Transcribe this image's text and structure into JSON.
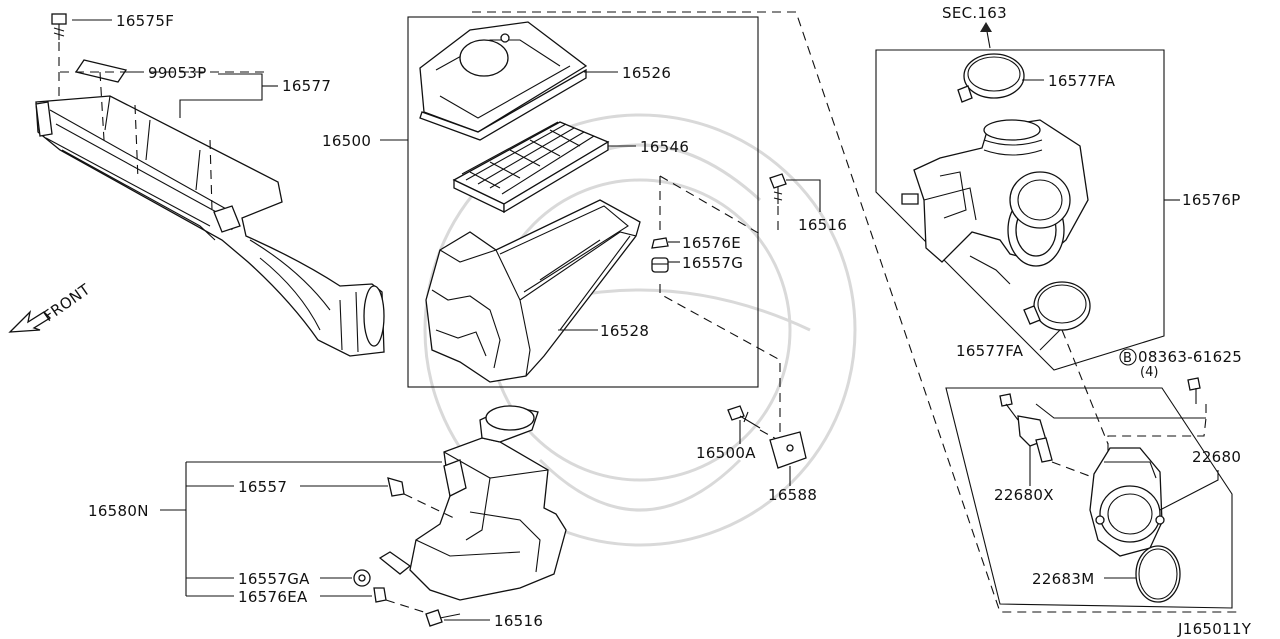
{
  "diagram_code": "J165011Y",
  "front_label": "FRONT",
  "labels": {
    "p16575F": "16575F",
    "p99053P": "99053P",
    "p16577": "16577",
    "p16500": "16500",
    "p16526": "16526",
    "p16546": "16546",
    "p16516_top": "16516",
    "p16576E": "16576E",
    "p16557G": "16557G",
    "p16528": "16528",
    "p16500A": "16500A",
    "p16588": "16588",
    "p16557": "16557",
    "p16580N": "16580N",
    "p16557GA": "16557GA",
    "p16576EA": "16576EA",
    "p16516_bottom": "16516",
    "sec": "SEC.163",
    "p16577FA_top": "16577FA",
    "p16576P": "16576P",
    "p16577FA_bottom": "16577FA",
    "bolt_code": "08363-61625",
    "bolt_circle": "B",
    "bolt_qty": "(4)",
    "p22680": "22680",
    "p22680X": "22680X",
    "p22683M": "22683M"
  }
}
